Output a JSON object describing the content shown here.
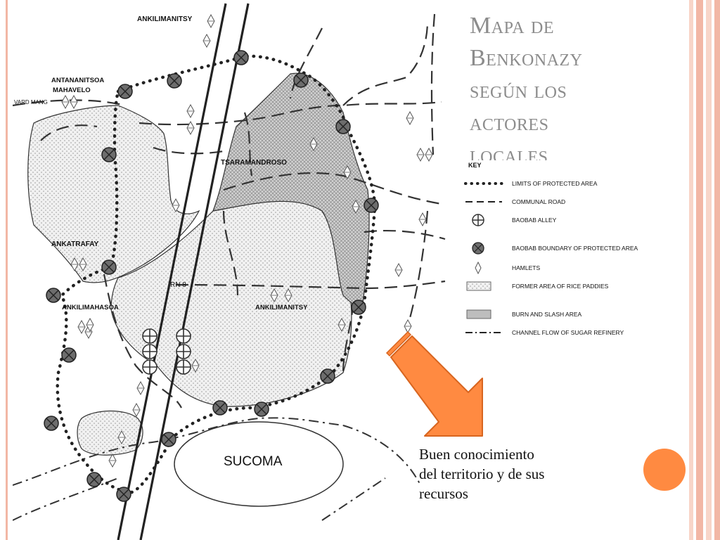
{
  "slide": {
    "title_line1": "Mapa de",
    "title_line2": "Benkonazy",
    "title_line3": "según los",
    "title_line4": "actores",
    "title_line5": "locales",
    "caption_line1": "Buen conocimiento",
    "caption_line2": "del territorio y de sus",
    "caption_line3": "recursos"
  },
  "map": {
    "labels": {
      "ankilimanitsy_north": "ANKILIMANITSY",
      "antananitsoa": "ANTANANITSOA",
      "mahavelo": "MAHAVELO",
      "ward": "VARD MANG",
      "tsaramandroso": "TSARAMANDROSO",
      "ankatrafay": "ANKATRAFAY",
      "rn8": "RN 8",
      "ankilimahasoa": "ANKILIMAHASOA",
      "ankilimanitsy_south": "ANKILIMANITSY",
      "sucoma": "SUCOMA"
    }
  },
  "legend": {
    "key": "KEY",
    "items": [
      {
        "label": "LIMITS OF PROTECTED AREA"
      },
      {
        "label": "COMMUNAL ROAD"
      },
      {
        "label": "BAOBAB ALLEY"
      },
      {
        "label": "BAOBAB BOUNDARY OF PROTECTED AREA"
      },
      {
        "label": "HAMLETS"
      },
      {
        "label": "FORMER AREA OF RICE PADDIES"
      },
      {
        "label": "BURN AND SLASH AREA"
      },
      {
        "label": "CHANNEL FLOW OF SUGAR REFINERY"
      }
    ]
  },
  "colors": {
    "accent_orange": "#ff8a41",
    "stripe_light": "#f8d5c8",
    "stripe_mid": "#f2b7a5",
    "title_gray": "#8c8c8c"
  }
}
